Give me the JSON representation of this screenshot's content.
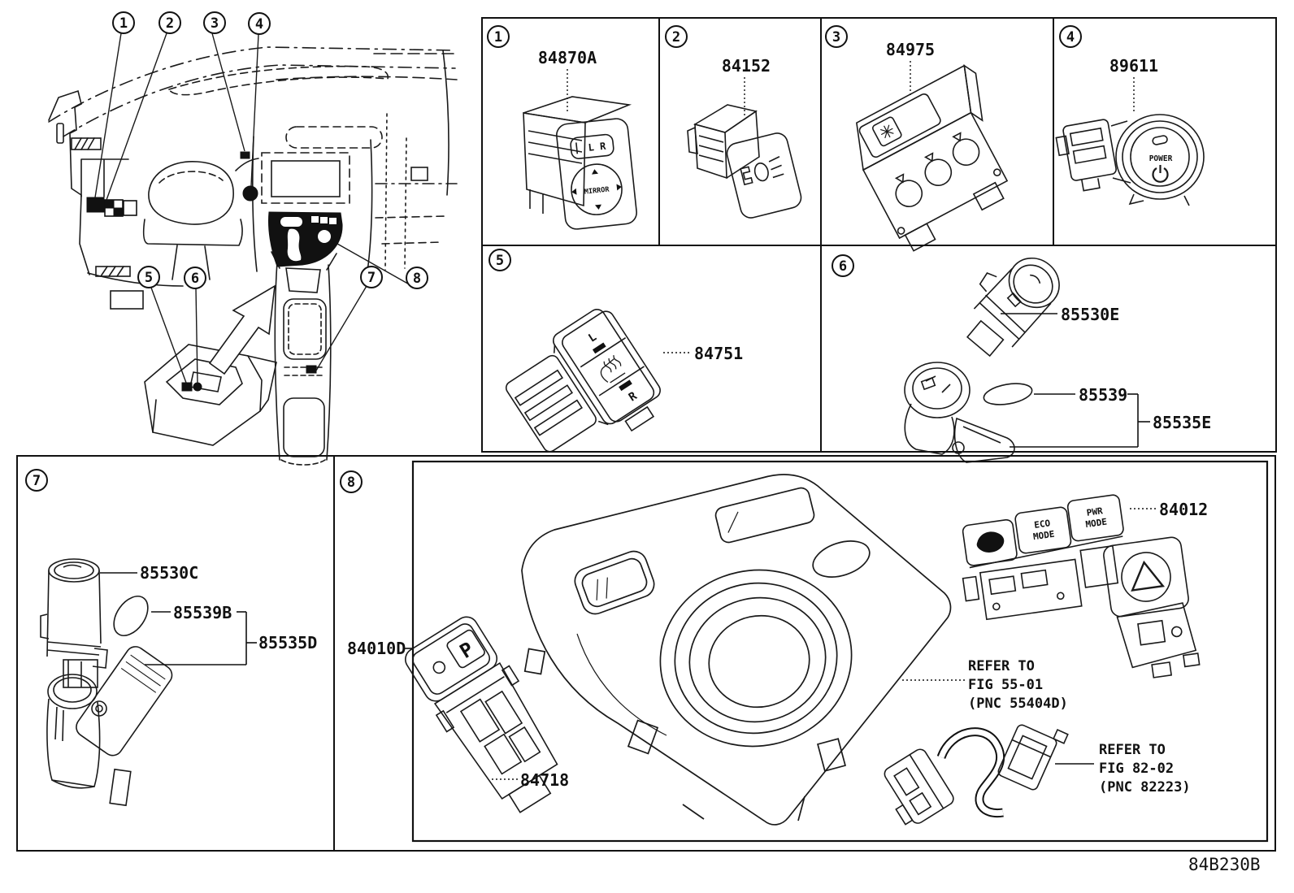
{
  "figure_code": "84B230B",
  "overview": {
    "callouts": [
      "1",
      "2",
      "3",
      "4",
      "5",
      "6",
      "7",
      "8"
    ]
  },
  "cells": {
    "c1": {
      "num": "1",
      "part": "84870A",
      "art": {
        "window": "L R",
        "knob": "MIRROR"
      }
    },
    "c2": {
      "num": "2",
      "part": "84152"
    },
    "c3": {
      "num": "3",
      "part": "84975"
    },
    "c4": {
      "num": "4",
      "part": "89611",
      "art": {
        "button": "POWER"
      }
    },
    "c5": {
      "num": "5",
      "part": "84751",
      "art": {
        "left": "L",
        "right": "R"
      }
    },
    "c6": {
      "num": "6",
      "parts": {
        "socket": "85530E",
        "cap": "85539",
        "assembly": "85535E"
      }
    },
    "c7": {
      "num": "7",
      "parts": {
        "socket": "85530C",
        "cap": "85539B",
        "assembly": "85535D"
      }
    },
    "c8": {
      "num": "8",
      "parts": {
        "finish_panel": "84010D",
        "parking_brake_switch": "84718",
        "switch_cluster": "84012"
      },
      "art": {
        "parking": "P",
        "eco1": "ECO",
        "eco2": "MODE",
        "pwr1": "PWR",
        "pwr2": "MODE"
      },
      "ref_fig_55": {
        "l1": "REFER TO",
        "l2": "FIG 55-01",
        "l3": "(PNC 55404D)"
      },
      "ref_fig_82": {
        "l1": "REFER TO",
        "l2": "FIG 82-02",
        "l3": "(PNC 82223)"
      }
    }
  }
}
